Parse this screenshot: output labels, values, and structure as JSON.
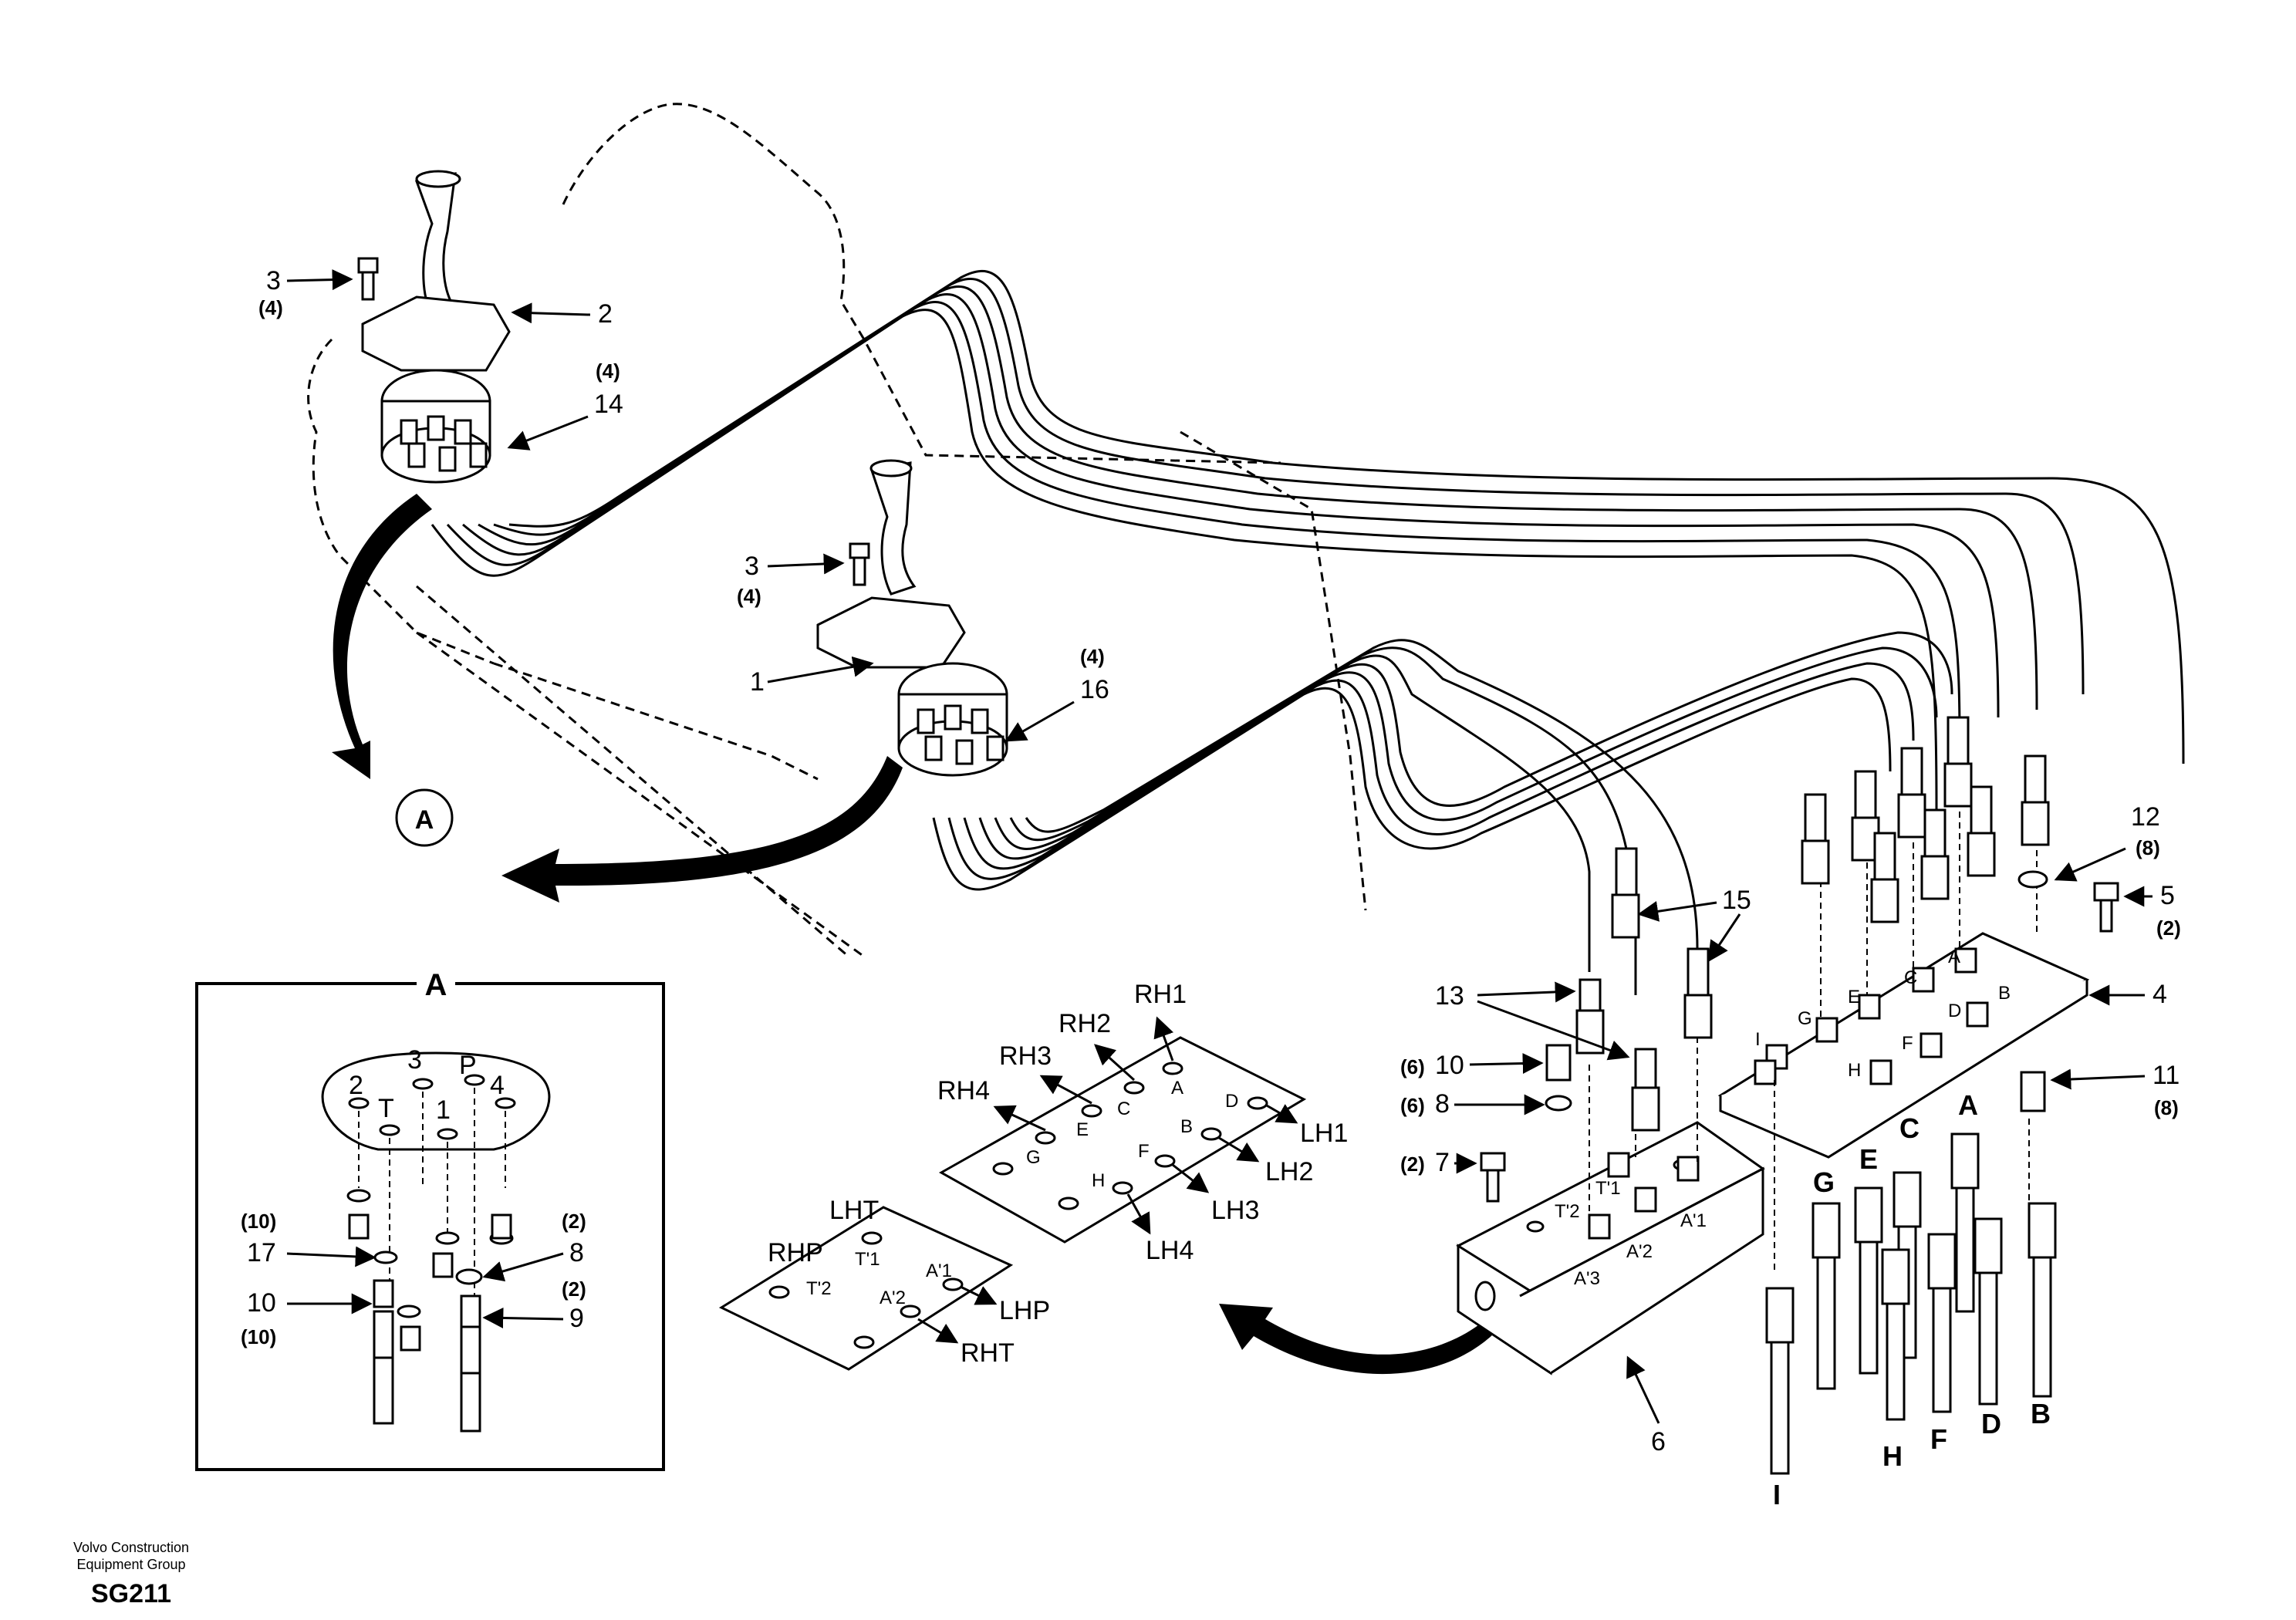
{
  "footer": {
    "company_line1": "Volvo Construction",
    "company_line2": "Equipment Group",
    "code": "SG211"
  },
  "callouts": {
    "c1": "1",
    "c2": "2",
    "c3a": "3",
    "c3b": "3",
    "c4": "4",
    "c5": "5",
    "c6": "6",
    "c7": "7",
    "c8": "8",
    "c10": "10",
    "c11": "11",
    "c12": "12",
    "c13": "13",
    "c14": "14",
    "c15": "15",
    "c16": "16",
    "q3a": "(4)",
    "q3b": "(4)",
    "q14": "(4)",
    "q16": "(4)",
    "q12": "(8)",
    "q5": "(2)",
    "q11": "(8)",
    "q10": "(6)",
    "q8": "(6)",
    "q7": "(2)"
  },
  "view_marker": "A",
  "detail_a": {
    "title": "A",
    "port_p": "P",
    "port_t": "T",
    "port_1": "1",
    "port_2": "2",
    "port_3": "3",
    "port_4": "4",
    "c17": "17",
    "c10": "10",
    "c8": "8",
    "c9": "9",
    "q17": "(10)",
    "q10": "(10)",
    "q8": "(2)",
    "q9": "(2)"
  },
  "plate_right": {
    "ports": [
      "A",
      "B",
      "C",
      "D",
      "E",
      "F",
      "G",
      "H"
    ],
    "labels": [
      "RH1",
      "RH2",
      "RH3",
      "RH4",
      "LH1",
      "LH2",
      "LH3",
      "LH4"
    ]
  },
  "plate_left": {
    "ports": [
      "T'1",
      "T'2",
      "A'1",
      "A'2"
    ],
    "labels": [
      "LHT",
      "RHP",
      "LHP",
      "RHT"
    ]
  },
  "block_ports": [
    "T'1",
    "T'2",
    "A'1",
    "A'2",
    "A'3"
  ],
  "valve_ports": [
    "A",
    "B",
    "C",
    "D",
    "E",
    "F",
    "G",
    "H",
    "I"
  ],
  "hose_letters": [
    "A",
    "B",
    "C",
    "D",
    "E",
    "F",
    "G",
    "H",
    "I"
  ]
}
